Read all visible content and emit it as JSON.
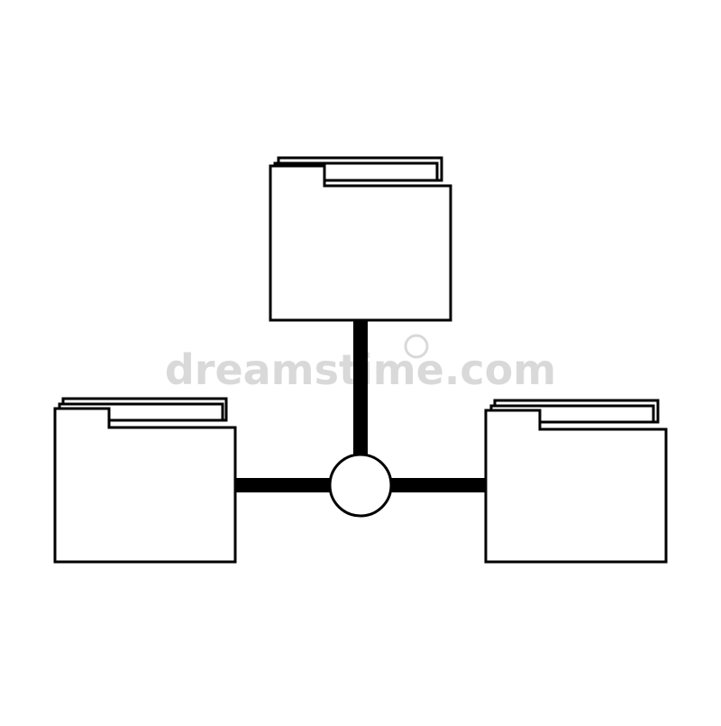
{
  "watermark": {
    "text": "dreamstime.com",
    "color": "#d9d9d9"
  },
  "colors": {
    "stroke": "#000000",
    "fill": "#ffffff",
    "background": "#ffffff"
  },
  "nodes": [
    {
      "id": "folder-top",
      "icon": "folder-icon"
    },
    {
      "id": "folder-left",
      "icon": "folder-icon"
    },
    {
      "id": "folder-right",
      "icon": "folder-icon"
    },
    {
      "id": "hub",
      "icon": "circle-hub-icon"
    }
  ],
  "edges": [
    {
      "from": "hub",
      "to": "folder-top"
    },
    {
      "from": "hub",
      "to": "folder-left"
    },
    {
      "from": "hub",
      "to": "folder-right"
    }
  ]
}
